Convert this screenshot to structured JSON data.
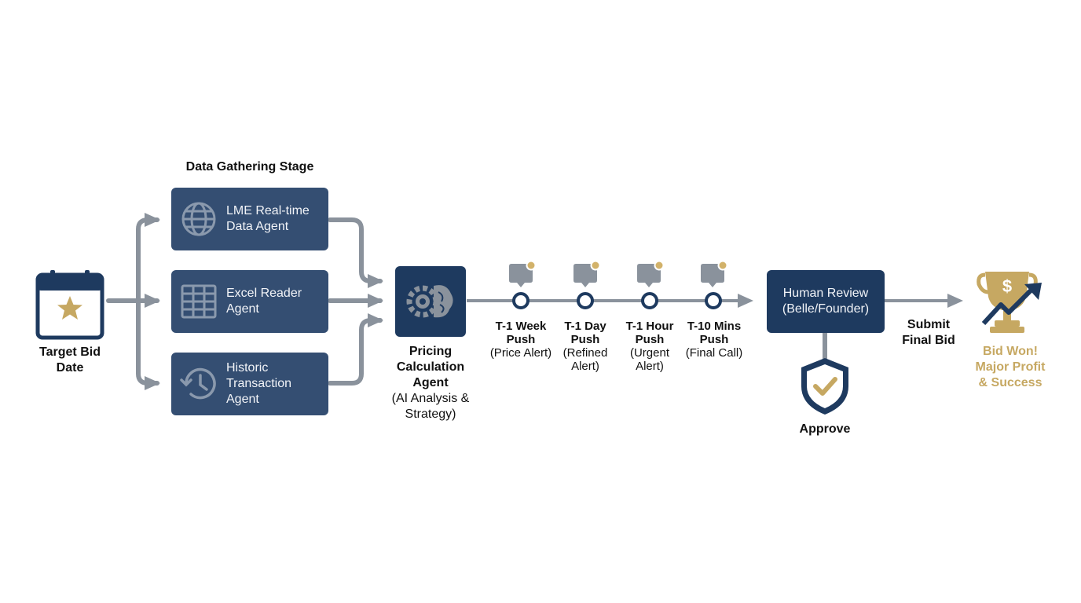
{
  "stage_title": "Data Gathering Stage",
  "start": {
    "label_line1": "Target Bid",
    "label_line2": "Date",
    "icon": "calendar-star-icon"
  },
  "agents": [
    {
      "line1": "LME Real-time",
      "line2": "Data Agent",
      "line3": "",
      "icon": "globe-icon"
    },
    {
      "line1": "Excel Reader",
      "line2": "Agent",
      "line3": "",
      "icon": "spreadsheet-icon"
    },
    {
      "line1": "Historic",
      "line2": "Transaction",
      "line3": "Agent",
      "icon": "history-clock-icon"
    }
  ],
  "pricing": {
    "line1": "Pricing",
    "line2": "Calculation",
    "line3": "Agent",
    "sub1": "(AI Analysis &",
    "sub2": "Strategy)",
    "icon": "gear-brain-icon"
  },
  "pushes": [
    {
      "title1": "T-1 Week",
      "title2": "Push",
      "sub1": "(Price Alert)",
      "sub2": ""
    },
    {
      "title1": "T-1 Day",
      "title2": "Push",
      "sub1": "(Refined",
      "sub2": "Alert)"
    },
    {
      "title1": "T-1 Hour",
      "title2": "Push",
      "sub1": "(Urgent",
      "sub2": "Alert)"
    },
    {
      "title1": "T-10 Mins",
      "title2": "Push",
      "sub1": "(Final Call)",
      "sub2": ""
    }
  ],
  "review": {
    "line1": "Human Review",
    "line2": "(Belle/Founder)"
  },
  "approve": {
    "label": "Approve",
    "icon": "shield-check-icon"
  },
  "submit": {
    "line1": "Submit",
    "line2": "Final Bid"
  },
  "outcome": {
    "line1": "Bid Won!",
    "line2": "Major Profit",
    "line3": "& Success",
    "icon": "trophy-growth-icon"
  },
  "colors": {
    "navy": "#1e3a5f",
    "agent_blue": "#344e72",
    "connector_gray": "#8a929c",
    "gold": "#c6a862",
    "bubble_gray": "#8a929c",
    "dot_gold": "#d2b26a"
  }
}
